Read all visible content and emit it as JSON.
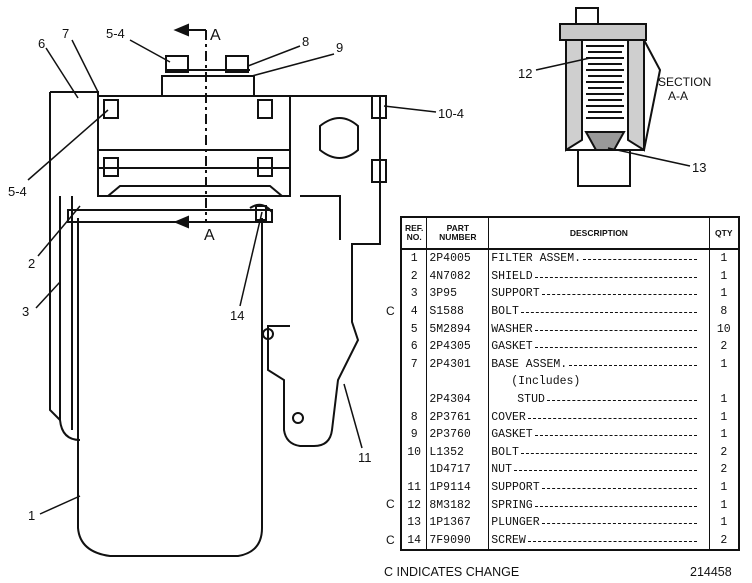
{
  "callouts": {
    "c5_4_top": "5-4",
    "c6": "6",
    "c7": "7",
    "c8": "8",
    "c9": "9",
    "c10_4": "10-4",
    "c5_4_left": "5-4",
    "c2": "2",
    "c3": "3",
    "c14": "14",
    "c11": "11",
    "c1": "1",
    "section_mark_top": "A",
    "section_mark_bottom": "A"
  },
  "section": {
    "title": "SECTION",
    "subtitle": "A-A",
    "c12": "12",
    "c13": "13"
  },
  "table": {
    "headers": {
      "ref": "REF. NO.",
      "part": "PART NUMBER",
      "desc": "DESCRIPTION",
      "qty": "QTY"
    },
    "rows": [
      {
        "change": "",
        "ref": "1",
        "part": "2P4005",
        "desc": "FILTER ASSEM.",
        "qty": "1"
      },
      {
        "change": "",
        "ref": "2",
        "part": "4N7082",
        "desc": "SHIELD",
        "qty": "1"
      },
      {
        "change": "",
        "ref": "3",
        "part": "3P95",
        "desc": "SUPPORT",
        "qty": "1"
      },
      {
        "change": "C",
        "ref": "4",
        "part": "S1588",
        "desc": "BOLT",
        "qty": "8"
      },
      {
        "change": "",
        "ref": "5",
        "part": "5M2894",
        "desc": "WASHER",
        "qty": "10"
      },
      {
        "change": "",
        "ref": "6",
        "part": "2P4305",
        "desc": "GASKET",
        "qty": "2"
      },
      {
        "change": "",
        "ref": "7",
        "part": "2P4301",
        "desc": "BASE ASSEM.",
        "qty": "1"
      },
      {
        "change": "",
        "ref": "",
        "part": "",
        "desc": "(Includes)",
        "qty": ""
      },
      {
        "change": "",
        "ref": "",
        "part": "2P4304",
        "desc": "STUD",
        "qty": "1"
      },
      {
        "change": "",
        "ref": "8",
        "part": "2P3761",
        "desc": "COVER",
        "qty": "1"
      },
      {
        "change": "",
        "ref": "9",
        "part": "2P3760",
        "desc": "GASKET",
        "qty": "1"
      },
      {
        "change": "",
        "ref": "10",
        "part": "L1352",
        "desc": "BOLT",
        "qty": "2"
      },
      {
        "change": "",
        "ref": "",
        "part": "1D4717",
        "desc": "NUT",
        "qty": "2"
      },
      {
        "change": "",
        "ref": "11",
        "part": "1P9114",
        "desc": "SUPPORT",
        "qty": "1"
      },
      {
        "change": "C",
        "ref": "12",
        "part": "8M3182",
        "desc": "SPRING",
        "qty": "1"
      },
      {
        "change": "",
        "ref": "13",
        "part": "1P1367",
        "desc": "PLUNGER",
        "qty": "1"
      },
      {
        "change": "C",
        "ref": "14",
        "part": "7F9090",
        "desc": "SCREW",
        "qty": "2"
      }
    ]
  },
  "footer": {
    "note": "C INDICATES CHANGE",
    "illustration_number": "214458"
  }
}
